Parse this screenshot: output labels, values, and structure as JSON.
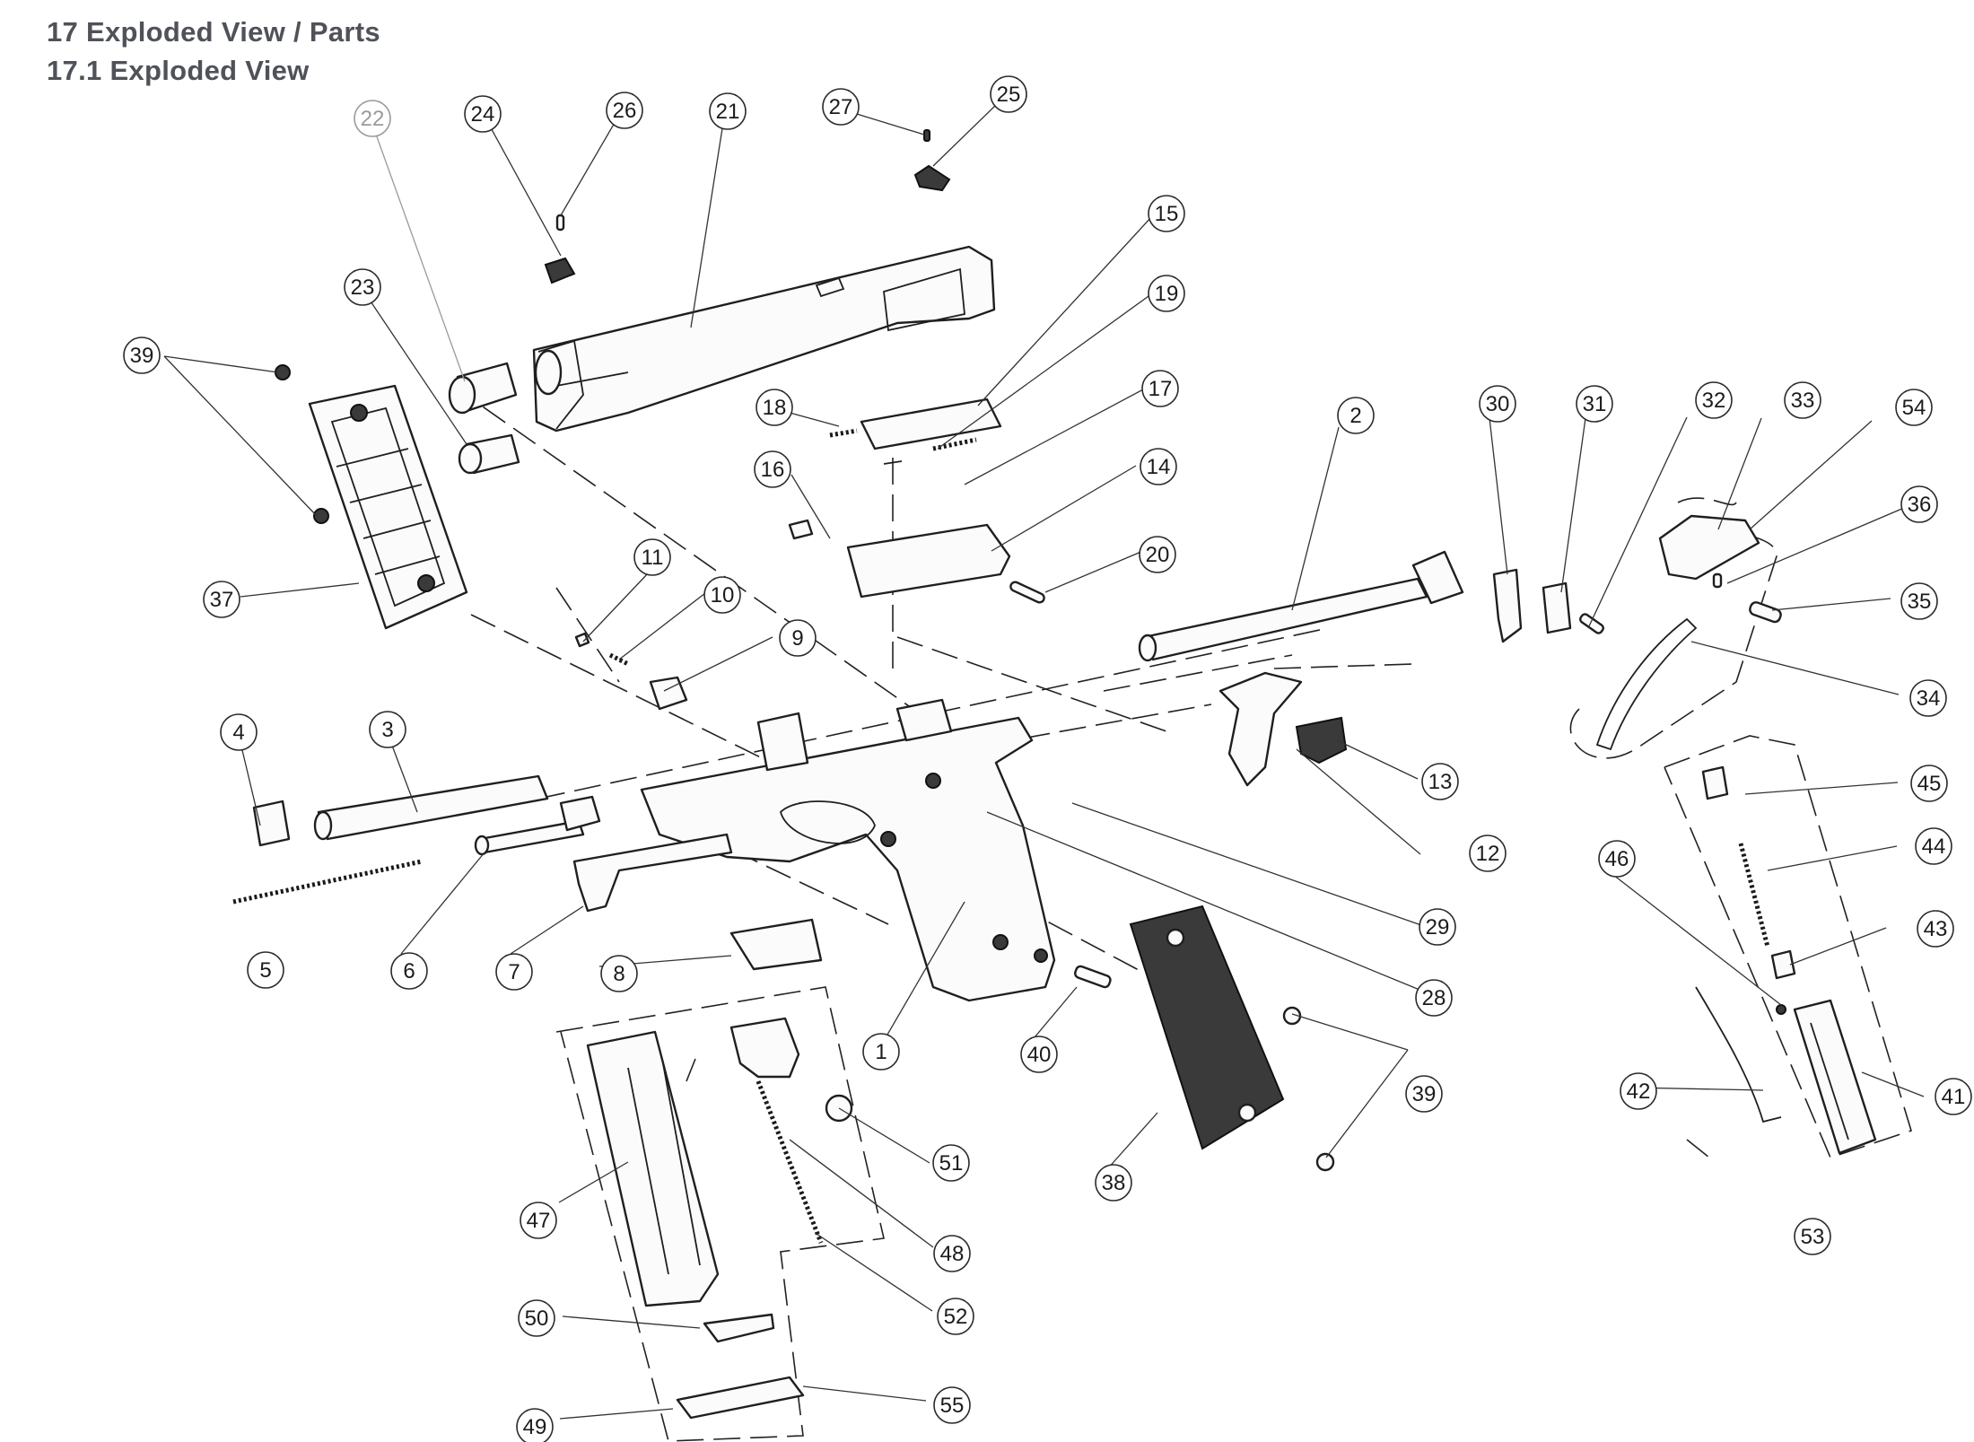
{
  "header": {
    "section_title": "17 Exploded View / Parts",
    "subsection_title": "17.1 Exploded View"
  },
  "callouts": [
    {
      "n": "1"
    },
    {
      "n": "2"
    },
    {
      "n": "3"
    },
    {
      "n": "4"
    },
    {
      "n": "5"
    },
    {
      "n": "6"
    },
    {
      "n": "7"
    },
    {
      "n": "8"
    },
    {
      "n": "9"
    },
    {
      "n": "10"
    },
    {
      "n": "11"
    },
    {
      "n": "12"
    },
    {
      "n": "13"
    },
    {
      "n": "14"
    },
    {
      "n": "15"
    },
    {
      "n": "16"
    },
    {
      "n": "17"
    },
    {
      "n": "18"
    },
    {
      "n": "19"
    },
    {
      "n": "20"
    },
    {
      "n": "21"
    },
    {
      "n": "22"
    },
    {
      "n": "23"
    },
    {
      "n": "24"
    },
    {
      "n": "25"
    },
    {
      "n": "26"
    },
    {
      "n": "27"
    },
    {
      "n": "28"
    },
    {
      "n": "29"
    },
    {
      "n": "30"
    },
    {
      "n": "31"
    },
    {
      "n": "32"
    },
    {
      "n": "33"
    },
    {
      "n": "34"
    },
    {
      "n": "35"
    },
    {
      "n": "36"
    },
    {
      "n": "37"
    },
    {
      "n": "38"
    },
    {
      "n": "39"
    },
    {
      "n": "40"
    },
    {
      "n": "41"
    },
    {
      "n": "42"
    },
    {
      "n": "43"
    },
    {
      "n": "44"
    },
    {
      "n": "45"
    },
    {
      "n": "46"
    },
    {
      "n": "47"
    },
    {
      "n": "48"
    },
    {
      "n": "49"
    },
    {
      "n": "50"
    },
    {
      "n": "51"
    },
    {
      "n": "52"
    },
    {
      "n": "53"
    },
    {
      "n": "54"
    },
    {
      "n": "55"
    },
    {
      "n": "39"
    }
  ],
  "colors": {
    "ink": "#1f1f1f",
    "heading": "#4f5258",
    "faint": "#9a9a9a"
  }
}
